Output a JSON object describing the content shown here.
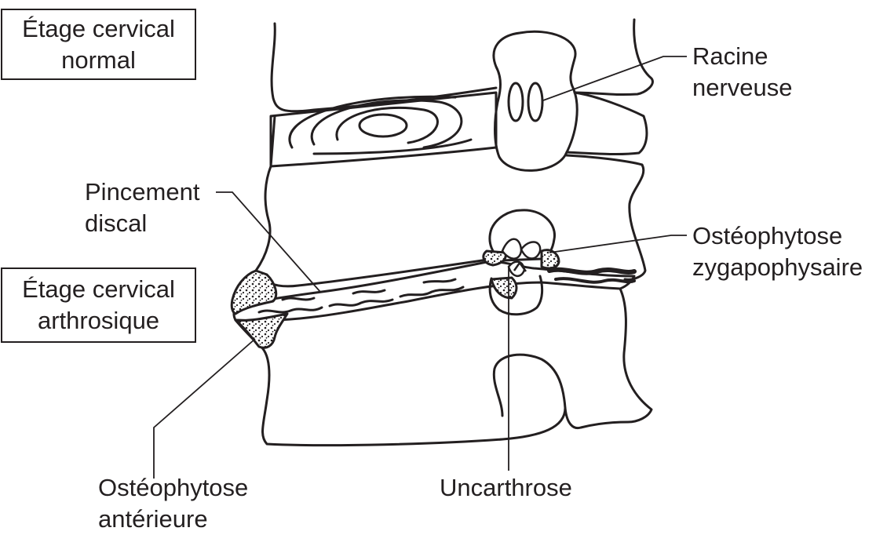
{
  "labels": {
    "normal_level": [
      "Étage cervical",
      "normal"
    ],
    "arthritic_level": [
      "Étage cervical",
      "arthrosique"
    ],
    "nerve_root": [
      "Racine",
      "nerveuse"
    ],
    "disc_pinching": [
      "Pincement",
      "discal"
    ],
    "zygapophyseal_osteophytosis": [
      "Ostéophytose",
      "zygapophysaire"
    ],
    "anterior_osteophytosis": [
      "Ostéophytose",
      "antérieure"
    ],
    "uncarthrosis": [
      "Uncarthrose"
    ]
  },
  "colors": {
    "ink": "#231f20",
    "background": "#ffffff"
  }
}
